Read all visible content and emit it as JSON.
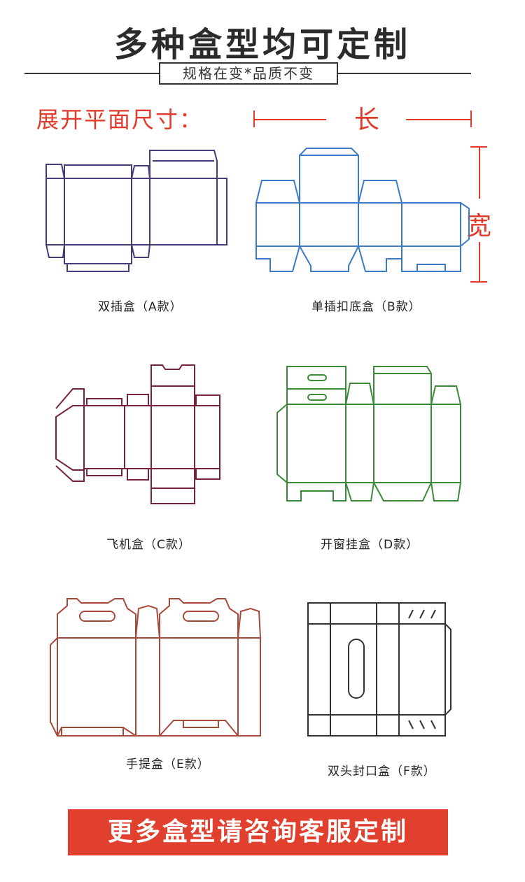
{
  "header": {
    "title": "多种盒型均可定制",
    "subtitle": "规格在变*品质不变"
  },
  "dimensions": {
    "label": "展开平面尺寸：",
    "length": "长",
    "width": "宽"
  },
  "boxes": [
    {
      "caption": "双插盒（A款）",
      "color": "#4a3a78"
    },
    {
      "caption": "单插扣底盒（B款）",
      "color": "#3a7ac8"
    },
    {
      "caption": "飞机盒（C款）",
      "color": "#7a2040"
    },
    {
      "caption": "开窗挂盒（D款）",
      "color": "#3a8a3a"
    },
    {
      "caption": "手提盒（E款）",
      "color": "#a84a3a"
    },
    {
      "caption": "双头封口盒（F款）",
      "color": "#333333"
    }
  ],
  "colors": {
    "accent": "#e23a2a",
    "footer_bg": "#e2402e"
  },
  "footer": {
    "text": "更多盒型请咨询客服定制"
  }
}
